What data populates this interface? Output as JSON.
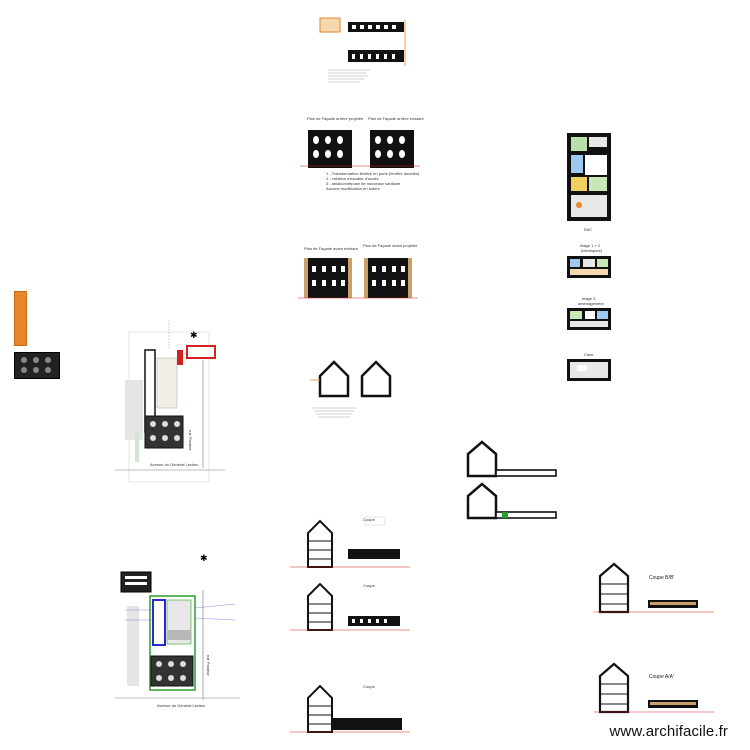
{
  "watermark": "www.archifacile.fr",
  "facade_labels": {
    "rear_existing": "Plan de Façade arrière existant",
    "rear_projected": "Plan de Façade arrière projetée",
    "front_existing": "Plan de Façade avant existant",
    "front_projected": "Plan de Façade avant projetée"
  },
  "facade_notes": [
    "1 - Transformation fenêtre en porte (fenêtre doublée)",
    "2 - création d'escalier d'accès",
    "3 - ablation/dépose de nouveaux sanitaire",
    "Aucune modification en toiture"
  ],
  "site_plan_labels": {
    "street_top": "Avenue du Général Leclerc",
    "street_bottom": "Avenue du Général Leclerc",
    "side_road_top": "rue Pasteur",
    "side_road_bottom": "rue Pasteur"
  },
  "sections": {
    "section_bb": "Coupe B/B'",
    "section_aa": "Coupe A/A'",
    "coupe_label": "Coupe"
  },
  "floor_labels": {
    "rdc": "RdC",
    "etage1": "étage 1 + 2",
    "etage1_sub": "(identiques)",
    "etage3": "étage 3",
    "etage3_sub": "aménagement",
    "cave": "Cave"
  },
  "colors": {
    "accent_orange": "#e8862e",
    "plan_red": "#d62020",
    "plan_green": "#2d9e2d",
    "plan_blue": "#2a2ad0",
    "wall_black": "#111111",
    "roof_tan": "#c9a06a"
  }
}
